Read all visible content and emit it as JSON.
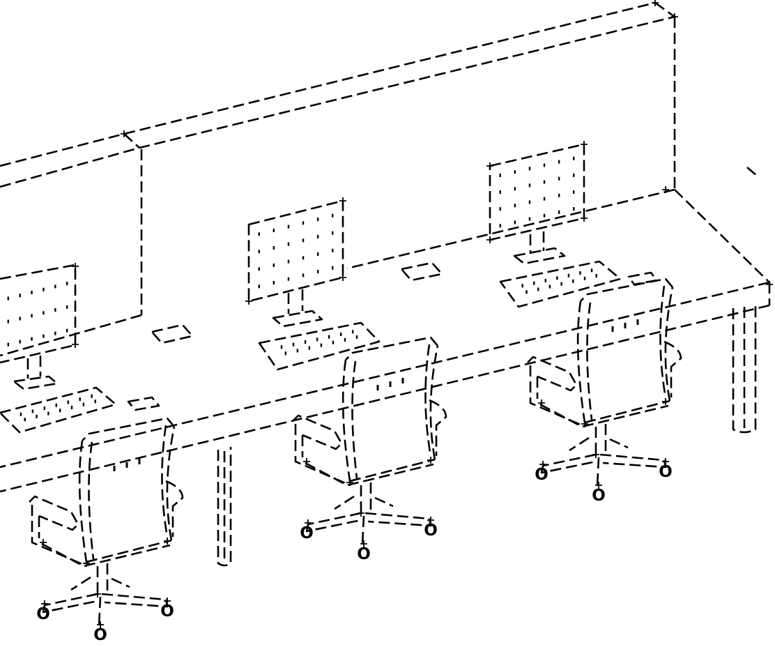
{
  "drawing": {
    "stroke_color": "#000000",
    "background_color": "#ffffff",
    "style": "dashed line art",
    "wheel_marker": "O",
    "counts": {
      "workstations": 3,
      "chairs": 3,
      "desk_legs": 2
    }
  }
}
